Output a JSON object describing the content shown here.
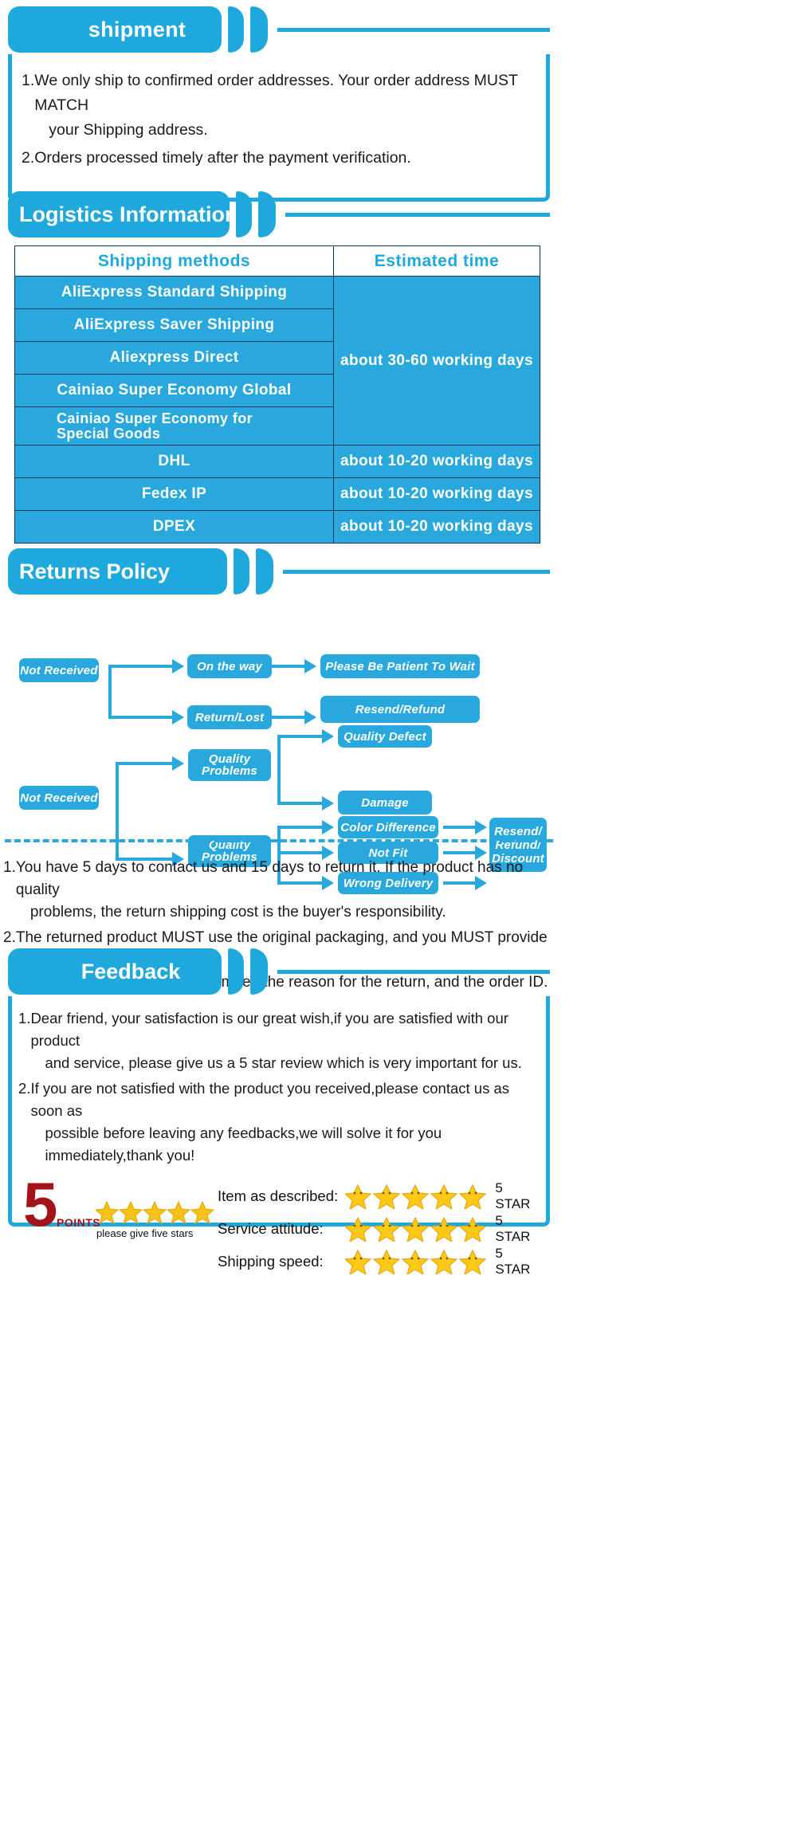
{
  "shipment": {
    "tab_label": "shipment",
    "items": [
      {
        "num": "1.",
        "line1": "We only ship to confirmed order addresses. Your order address MUST MATCH",
        "line2": "your Shipping address."
      },
      {
        "num": "2.",
        "line1": "Orders processed timely after the payment verification.",
        "line2": ""
      }
    ]
  },
  "logistics": {
    "tab_label": "Logistics Information",
    "columns": [
      "Shipping  methods",
      "Estimated  time"
    ],
    "rows": [
      {
        "method": "AliExpress  Standard  Shipping",
        "time": "about 30-60 working days",
        "group": 1
      },
      {
        "method": "AliExpress  Saver  Shipping",
        "time": "",
        "group": 1
      },
      {
        "method": "Aliexpress  Direct",
        "time": "",
        "group": 1
      },
      {
        "method": "Cainiao  Super  Economy  Global",
        "time": "",
        "group": 1
      },
      {
        "method": "Cainiao  Super  Economy  for\nSpecial  Goods",
        "time": "",
        "group": 1
      },
      {
        "method": "DHL",
        "time": "about 10-20 working days",
        "group": 2
      },
      {
        "method": "Fedex  IP",
        "time": "about 10-20 working days",
        "group": 3
      },
      {
        "method": "DPEX",
        "time": "about 10-20 working days",
        "group": 4
      }
    ]
  },
  "returns": {
    "tab_label": "Returns Policy",
    "flow_boxes": {
      "not_received_1": "Not Received",
      "on_the_way": "On the way",
      "return_lost": "Return/Lost",
      "please_wait": "Please Be Patient To Wait",
      "resend_refund": "Resend/Refund",
      "not_received_2": "Not Received",
      "quality_problems_1": "Quality\nProblems",
      "quality_problems_2": "Quality\nProblems",
      "quality_defect": "Quality Defect",
      "damage": "Damage",
      "color_difference": "Color Difference",
      "not_fit": "Not Fit",
      "wrong_delivery": "Wrong Delivery",
      "resend_refund_discount": "Resend/\nRefund/\nDiscount"
    },
    "notes": [
      {
        "num": "1.",
        "line1": "You have 5 days to contact us and 15 days to return it. If the product has no quality",
        "line2": "problems, the return shipping cost is the buyer's responsibility."
      },
      {
        "num": "2.",
        "line1": "The returned product MUST use the original packaging, and you MUST provide us",
        "line2": "with the shipping tracking number, the reason for the return, and the order ID."
      }
    ]
  },
  "feedback": {
    "tab_label": "Feedback",
    "items": [
      {
        "num": "1.",
        "line1": "Dear friend, your satisfaction is our great wish,if you are satisfied with our product",
        "line2": "and service, please give us a 5 star review which is very important for us."
      },
      {
        "num": "2.",
        "line1": "If you are not satisfied with the product you received,please contact us as soon as",
        "line2": "possible before leaving any feedbacks,we will solve it for you immediately,thank you!"
      }
    ],
    "score_badge": {
      "number": "5",
      "points_label": "POINTS",
      "caption": "please give five stars",
      "star_count": 5
    },
    "ratings": [
      {
        "label": "Item as described:",
        "stars": 5,
        "tail": "5 STAR"
      },
      {
        "label": "Service attitude:",
        "stars": 5,
        "tail": "5 STAR"
      },
      {
        "label": "Shipping speed:",
        "stars": 5,
        "tail": "5 STAR"
      }
    ]
  },
  "colors": {
    "brand_blue": "#1fa8dc",
    "table_blue": "#29a8dd",
    "star_gold": "#f5c215",
    "deep_red": "#a31419"
  }
}
